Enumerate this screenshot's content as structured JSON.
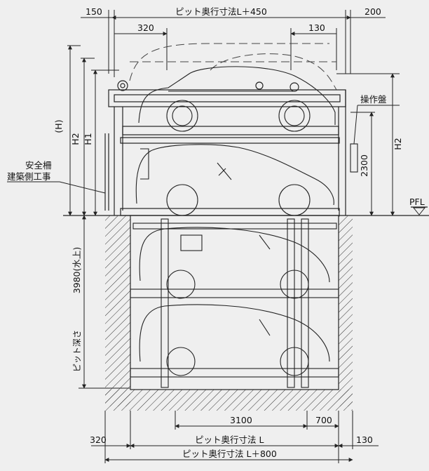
{
  "dimensions": {
    "top_left": "150",
    "top_center": "ピット奥行寸法L＋450",
    "top_right": "200",
    "second_left": "320",
    "second_right": "130",
    "height_h_paren": "(H)",
    "height_h1": "H1",
    "height_h2": "H2",
    "height_2300": "2300",
    "pit_depth_value": "3980(水上)",
    "pit_depth_label": "ピット深さ",
    "bottom_3100": "3100",
    "bottom_700": "700",
    "bottom_left_320": "320",
    "bottom_center": "ピット奥行寸法 L",
    "bottom_right_130": "130",
    "bottom_total": "ピット奥行寸法 L＋800"
  },
  "labels": {
    "safety_fence": "安全柵",
    "building_work": "建築側工事",
    "control_panel": "操作盤",
    "pfl": "PFL"
  },
  "colors": {
    "background": "#efefef",
    "line": "#222222",
    "light_line": "#555555"
  }
}
